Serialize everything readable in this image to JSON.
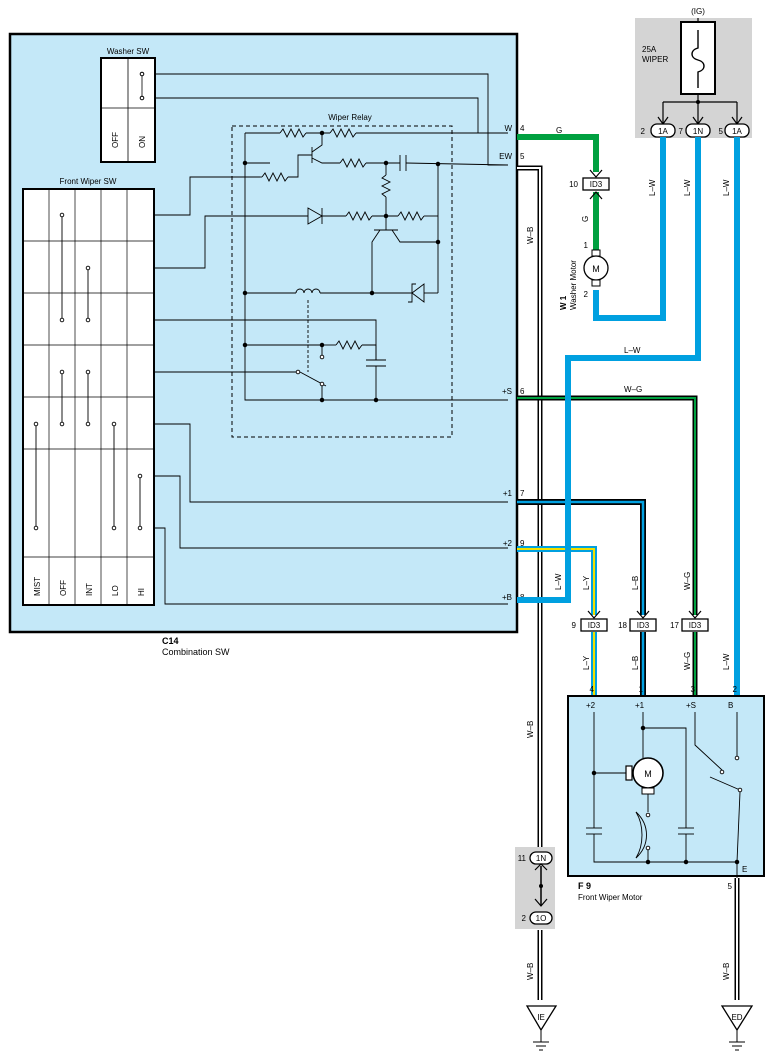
{
  "fuse_box": {
    "supply": "(IG)",
    "rating": "25A",
    "name": "WIPER",
    "terminals": [
      {
        "pin": "2",
        "connector": "1A"
      },
      {
        "pin": "7",
        "connector": "1N"
      },
      {
        "pin": "5",
        "connector": "1A"
      }
    ]
  },
  "combination_sw": {
    "code": "C14",
    "name": "Combination SW",
    "washer_sw": {
      "title": "Washer SW",
      "positions": [
        "OFF",
        "ON"
      ]
    },
    "front_wiper_sw": {
      "title": "Front Wiper SW",
      "positions": [
        "MIST",
        "OFF",
        "INT",
        "LO",
        "HI"
      ]
    },
    "wiper_relay": {
      "title": "Wiper Relay"
    },
    "terminals": [
      {
        "name": "W",
        "pin": "4"
      },
      {
        "name": "EW",
        "pin": "5"
      },
      {
        "name": "+S",
        "pin": "6"
      },
      {
        "name": "+1",
        "pin": "7"
      },
      {
        "name": "+2",
        "pin": "9"
      },
      {
        "name": "+B",
        "pin": "8"
      }
    ]
  },
  "washer_motor": {
    "code": "W 1",
    "name": "Washer Motor",
    "pins": [
      "1",
      "2"
    ],
    "junction": {
      "pin": "10",
      "connector": "ID3"
    }
  },
  "wire_colors": {
    "g": "G",
    "l_w": "L–W",
    "w_b": "W–B",
    "w_g": "W–G",
    "l_b": "L–B",
    "l_y": "L–Y"
  },
  "junction_connectors": [
    {
      "pin": "9",
      "connector": "ID3"
    },
    {
      "pin": "18",
      "connector": "ID3"
    },
    {
      "pin": "17",
      "connector": "ID3"
    }
  ],
  "front_wiper_motor": {
    "code": "F 9",
    "name": "Front Wiper Motor",
    "terminals": [
      {
        "pin": "4",
        "name": "+2"
      },
      {
        "pin": "1",
        "name": "+1"
      },
      {
        "pin": "3",
        "name": "+S"
      },
      {
        "pin": "2",
        "name": "B"
      }
    ],
    "ground_terminal": {
      "name": "E",
      "pin": "5"
    },
    "motor_symbol": "M"
  },
  "ground_junction": {
    "top": {
      "pin": "11",
      "connector": "1N"
    },
    "bottom": {
      "pin": "2",
      "connector": "1O"
    }
  },
  "grounds": [
    "IE",
    "ED"
  ],
  "colors": {
    "blue": "#00a0e0",
    "green": "#00a040",
    "yellow": "#f0e000",
    "panel": "#c4e8f8",
    "gray": "#d4d4d4"
  }
}
